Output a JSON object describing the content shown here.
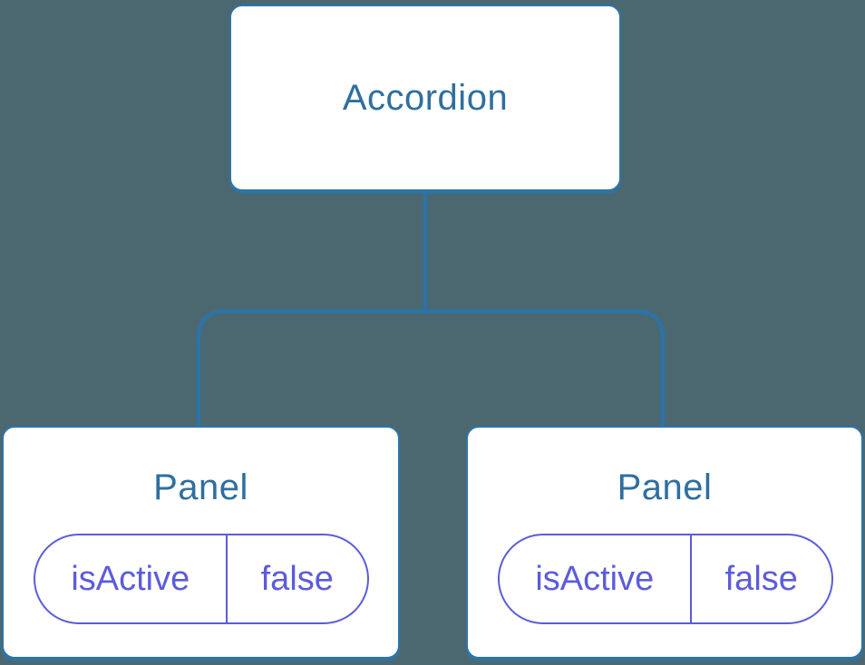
{
  "tree": {
    "root": {
      "label": "Accordion"
    },
    "children": [
      {
        "label": "Panel",
        "state": {
          "key": "isActive",
          "value": "false"
        }
      },
      {
        "label": "Panel",
        "state": {
          "key": "isActive",
          "value": "false"
        }
      }
    ]
  },
  "colors": {
    "background": "#4B6871",
    "connector_blue": "#2C73A6",
    "node_border_blue": "#2E74A8",
    "node_label_blue": "#2F6F9F",
    "state_purple": "#5C5CDB",
    "node_fill": "#FFFFFF"
  }
}
